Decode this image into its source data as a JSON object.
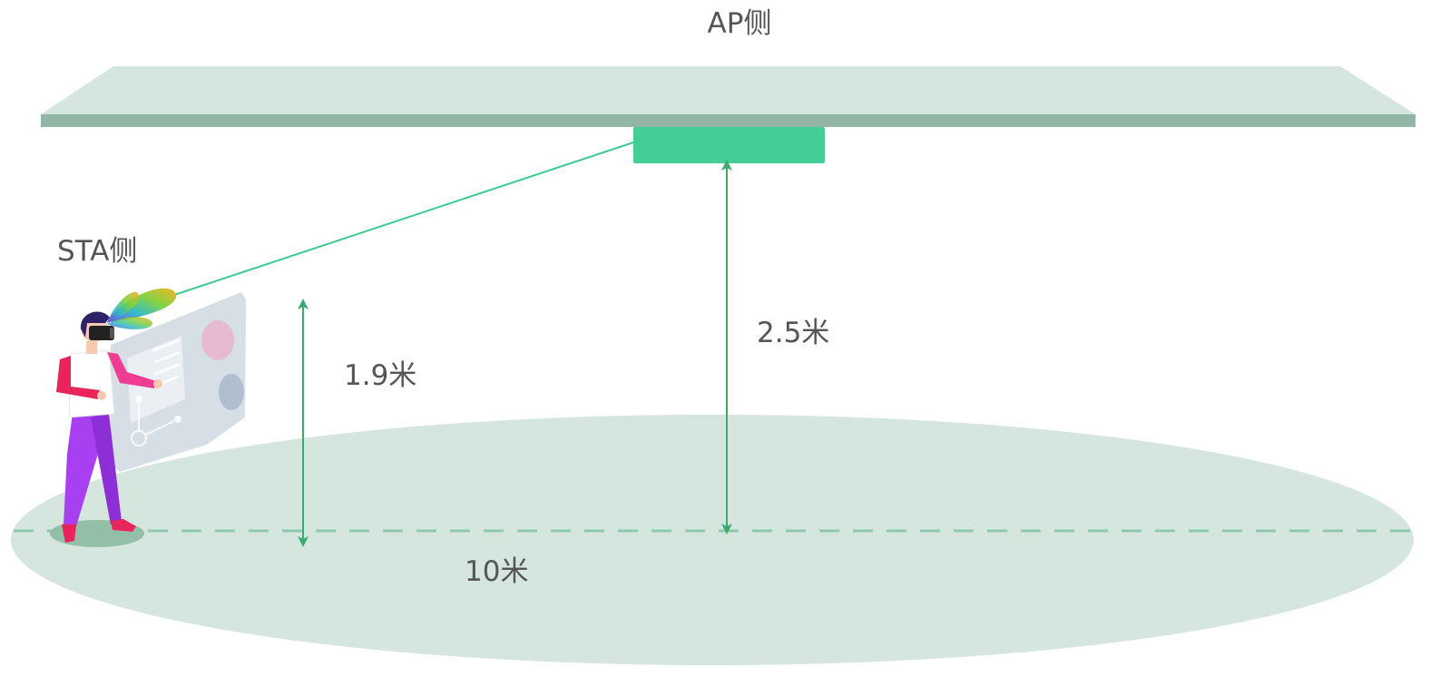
{
  "labels": {
    "ap_side": "AP侧",
    "sta_side": "STA侧",
    "sta_height": "1.9米",
    "ap_height": "2.5米",
    "distance": "10米"
  },
  "colors": {
    "ceiling_top": "#d5e6df",
    "ceiling_edge": "#93b5a5",
    "ap_device": "#45cd96",
    "signal_line": "#3ecb8f",
    "floor": "#d5e6df",
    "floor_dashes": "#8fc9ad",
    "arrow": "#3aaa6e",
    "text": "#555555"
  }
}
